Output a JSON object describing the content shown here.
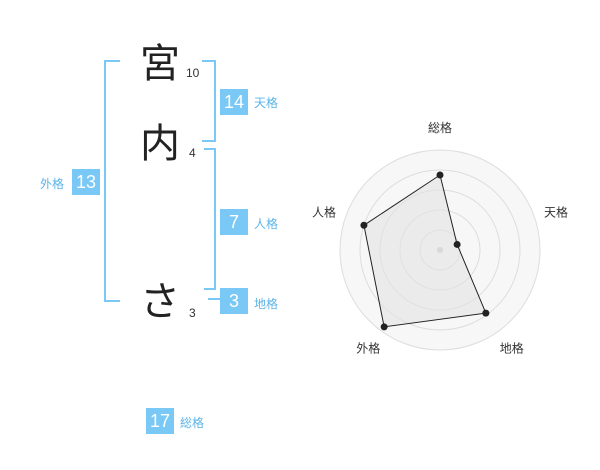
{
  "name": {
    "characters": [
      {
        "char": "宮",
        "strokes": "10"
      },
      {
        "char": "内",
        "strokes": "4"
      },
      {
        "char": "さ",
        "strokes": "3"
      }
    ]
  },
  "grids": {
    "tenkaku": {
      "value": "14",
      "label": "天格"
    },
    "jinkaku": {
      "value": "7",
      "label": "人格"
    },
    "chikaku": {
      "value": "3",
      "label": "地格"
    },
    "gaikaku": {
      "value": "13",
      "label": "外格"
    },
    "soukaku": {
      "value": "17",
      "label": "総格"
    }
  },
  "colors": {
    "accent": "#79c8f5",
    "label": "#5db4e8",
    "fill": "#eeeeee",
    "grid": "#dddddd"
  },
  "chart_data": {
    "type": "radar",
    "categories": [
      "総格",
      "天格",
      "地格",
      "外格",
      "人格"
    ],
    "values": [
      0.75,
      0.18,
      0.78,
      0.95,
      0.8
    ],
    "ylim": [
      0,
      1
    ],
    "grid": true
  }
}
